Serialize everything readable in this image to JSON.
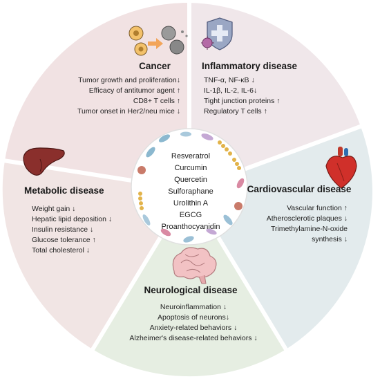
{
  "colors": {
    "cancer": "#f1e2e3",
    "inflammatory": "#f0e7ea",
    "cardiovascular": "#e3ebed",
    "neurological": "#e6eee2",
    "metabolic": "#f1e5e4",
    "center": "#ffffff",
    "divider": "#ffffff"
  },
  "center": {
    "compounds": [
      "Resveratrol",
      "Curcumin",
      "Quercetin",
      "Sulforaphane",
      "Urolithin A",
      "EGCG",
      "Proanthocyanidin"
    ]
  },
  "segments": {
    "cancer": {
      "title": "Cancer",
      "icon": "tumor-cells-icon",
      "lines": [
        "Tumor growth and proliferation↓",
        "Efficacy of antitumor agent ↑",
        "CD8+ T cells ↑",
        "Tumor onset in Her2/neu mice ↓"
      ]
    },
    "inflammatory": {
      "title": "Inflammatory disease",
      "icon": "shield-virus-icon",
      "lines": [
        "TNF-α, NF-κB  ↓",
        "IL-1β, IL-2, IL-6↓",
        "Tight junction proteins ↑",
        "Regulatory T cells ↑"
      ]
    },
    "cardiovascular": {
      "title": "Cardiovascular disease",
      "icon": "heart-icon",
      "lines": [
        "Vascular function ↑",
        "Atherosclerotic plaques ↓",
        "Trimethylamine-N-oxide",
        "synthesis ↓"
      ]
    },
    "neurological": {
      "title": "Neurological disease",
      "icon": "brain-icon",
      "lines": [
        "Neuroinflammation ↓",
        "Apoptosis of neurons↓",
        "Anxiety-related behaviors ↓",
        "Alzheimer's disease-related behaviors ↓"
      ]
    },
    "metabolic": {
      "title": "Metabolic disease",
      "icon": "liver-icon",
      "lines": [
        "Weight gain ↓",
        "Hepatic lipid deposition ↓",
        "Insulin resistance ↓",
        "Glucose tolerance ↑",
        "Total cholesterol ↓"
      ]
    }
  }
}
